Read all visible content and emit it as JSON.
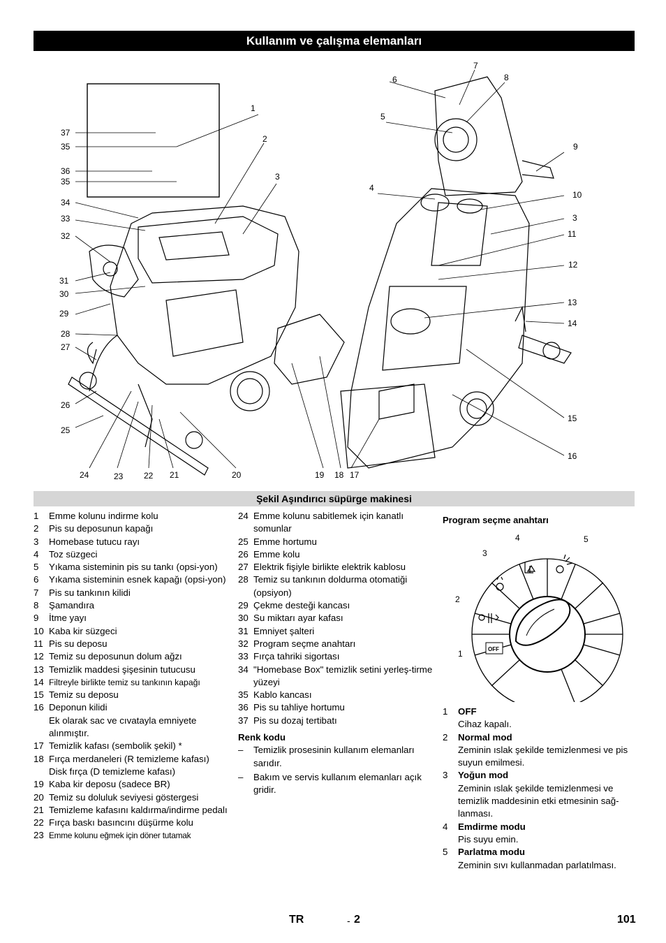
{
  "header": {
    "title": "Kullanım ve çalışma elemanları"
  },
  "figure": {
    "callouts": [
      "1",
      "2",
      "3",
      "4",
      "5",
      "6",
      "7",
      "8",
      "9",
      "10",
      "3",
      "11",
      "12",
      "13",
      "14",
      "15",
      "16",
      "17",
      "18",
      "19",
      "20",
      "21",
      "22",
      "23",
      "24",
      "25",
      "26",
      "27",
      "28",
      "29",
      "30",
      "31",
      "32",
      "33",
      "34",
      "35",
      "36",
      "35",
      "37"
    ]
  },
  "caption": "Şekil Aşındırıcı süpürge makinesi",
  "col1": [
    {
      "n": "1",
      "t": "Emme kolunu indirme kolu"
    },
    {
      "n": "2",
      "t": "Pis su deposunun kapağı"
    },
    {
      "n": "3",
      "t": "Homebase tutucu rayı"
    },
    {
      "n": "4",
      "t": "Toz süzgeci"
    },
    {
      "n": "5",
      "t": "Yıkama sisteminin pis su tankı (opsi-yon)"
    },
    {
      "n": "6",
      "t": "Yıkama sisteminin esnek kapağı (opsi-yon)"
    },
    {
      "n": "7",
      "t": "Pis su tankının kilidi"
    },
    {
      "n": "8",
      "t": "Şamandıra"
    },
    {
      "n": "9",
      "t": "İtme yayı"
    },
    {
      "n": "10",
      "t": "Kaba kir süzgeci"
    },
    {
      "n": "11",
      "t": "Pis su deposu"
    },
    {
      "n": "12",
      "t": "Temiz su deposunun dolum ağzı"
    },
    {
      "n": "13",
      "t": "Temizlik maddesi şişesinin tutucusu"
    },
    {
      "n": "14",
      "t": "Filtreyle birlikte temiz su tankının kapağı"
    },
    {
      "n": "15",
      "t": "Temiz su deposu"
    },
    {
      "n": "16",
      "t": "Deponun kilidi"
    },
    {
      "n": "",
      "t": "Ek olarak sac ve cıvatayla emniyete alınmıştır."
    },
    {
      "n": "17",
      "t": "Temizlik kafası (sembolik şekil) *"
    },
    {
      "n": "18",
      "t": "Fırça merdaneleri (R temizleme kafası)"
    },
    {
      "n": "",
      "t": "Disk fırça (D temizleme kafası)"
    },
    {
      "n": "19",
      "t": "Kaba kir deposu (sadece BR)"
    },
    {
      "n": "20",
      "t": "Temiz su doluluk seviyesi göstergesi"
    },
    {
      "n": "21",
      "t": "Temizleme kafasını kaldırma/indirme pedalı"
    },
    {
      "n": "22",
      "t": "Fırça baskı basıncını düşürme kolu"
    },
    {
      "n": "23",
      "t": "Emme kolunu eğmek için döner tutamak"
    }
  ],
  "col2": [
    {
      "n": "24",
      "t": "Emme kolunu sabitlemek için kanatlı somunlar"
    },
    {
      "n": "25",
      "t": "Emme hortumu"
    },
    {
      "n": "26",
      "t": "Emme kolu"
    },
    {
      "n": "27",
      "t": "Elektrik fişiyle birlikte elektrik kablosu"
    },
    {
      "n": "28",
      "t": "Temiz su tankının doldurma otomatiği (opsiyon)"
    },
    {
      "n": "29",
      "t": "Çekme desteği kancası"
    },
    {
      "n": "30",
      "t": "Su miktarı ayar kafası"
    },
    {
      "n": "31",
      "t": "Emniyet şalteri"
    },
    {
      "n": "32",
      "t": "Program seçme anahtarı"
    },
    {
      "n": "33",
      "t": "Fırça tahriki sigortası"
    },
    {
      "n": "34",
      "t": "\"Homebase Box\" temizlik setini yerleş-tirme yüzeyi"
    },
    {
      "n": "35",
      "t": "Kablo kancası"
    },
    {
      "n": "36",
      "t": "Pis su tahliye hortumu"
    },
    {
      "n": "37",
      "t": "Pis su dozaj tertibatı"
    }
  ],
  "color_code": {
    "title": "Renk kodu",
    "items": [
      {
        "d": "–",
        "t": "Temizlik prosesinin kullanım elemanları sarıdır."
      },
      {
        "d": "–",
        "t": "Bakım ve servis kullanım elemanları açık gridir."
      }
    ]
  },
  "program": {
    "title": "Program seçme anahtarı",
    "dial_labels": [
      "1",
      "2",
      "3",
      "4",
      "5"
    ],
    "off_label": "OFF",
    "modes": [
      {
        "n": "1",
        "name": "OFF",
        "desc": "Cihaz kapalı."
      },
      {
        "n": "2",
        "name": "Normal mod",
        "desc": "Zeminin ıslak şekilde temizlenmesi ve pis suyun emilmesi."
      },
      {
        "n": "3",
        "name": "Yoğun mod",
        "desc": "Zeminin ıslak şekilde temizlenmesi ve temizlik maddesinin etki etmesinin sağ-lanması."
      },
      {
        "n": "4",
        "name": "Emdirme modu",
        "desc": "Pis suyu emin."
      },
      {
        "n": "5",
        "name": "Parlatma modu",
        "desc": "Zeminin sıvı kullanmadan parlatılması."
      }
    ]
  },
  "footer": {
    "lang": "TR",
    "sep": "-",
    "section": "2",
    "page": "101"
  }
}
